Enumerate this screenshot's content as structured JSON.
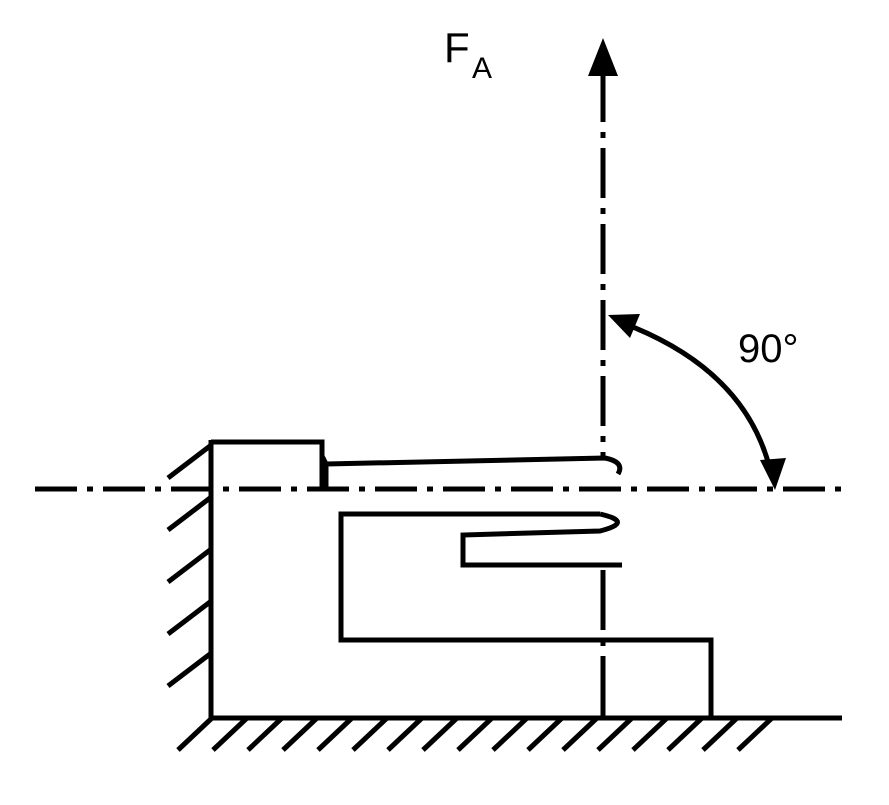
{
  "diagram": {
    "force_label": "F",
    "force_subscript": "A",
    "angle_label": "90°",
    "colors": {
      "ink": "#000000",
      "background": "#ffffff"
    }
  }
}
